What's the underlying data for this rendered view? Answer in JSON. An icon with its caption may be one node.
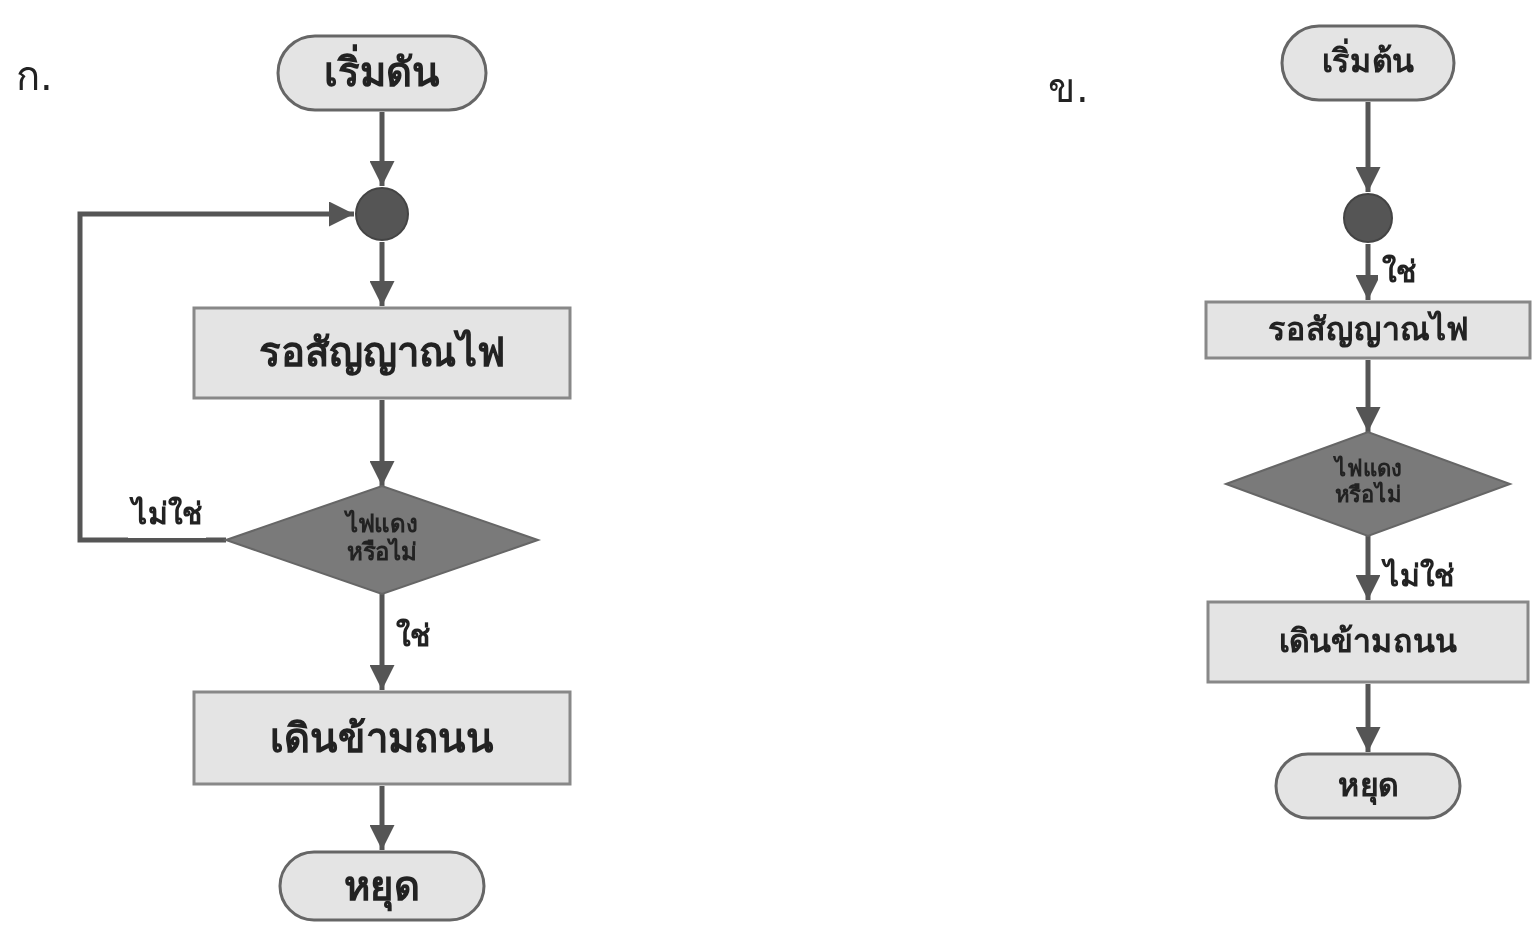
{
  "diagram": {
    "nodes": [
      {
        "text": [
          "เริ่มดัน"
        ]
      },
      {
        "text": [],
        "shape": "circle"
      },
      {
        "text": [
          "รอสัญญาณไฟ"
        ]
      },
      {
        "text": [
          "ไฟแดง หรือไม่"
        ]
      },
      {
        "text": [
          "เดินข้ามถนน"
        ]
      },
      {
        "text": [
          "หยุด"
        ]
      },
      {
        "text": [
          "เริ่มต้น"
        ]
      },
      {
        "text": [],
        "shape": "circle"
      },
      {
        "text": [
          "รอสัญญาณไฟ"
        ]
      },
      {
        "text": [
          "ไฟแดง หรือไม่"
        ]
      },
      {
        "text": [
          "เดินข้ามถนน"
        ]
      },
      {
        "text": [
          "หยุด"
        ]
      }
    ],
    "edges": [
      {
        "from": 0,
        "to": 1,
        "arrow": "to"
      },
      {
        "from": 1,
        "to": 2,
        "arrow": "to"
      },
      {
        "from": 2,
        "to": 3,
        "arrow": "to"
      },
      {
        "from": 3,
        "to": 1,
        "arrow": "to",
        "label": "ไม่ใช่"
      },
      {
        "from": 3,
        "to": 4,
        "arrow": "to",
        "label": "ใช่"
      },
      {
        "from": 4,
        "to": 5,
        "arrow": "to"
      },
      {
        "from": 6,
        "to": 7,
        "arrow": "to"
      },
      {
        "from": 7,
        "to": 8,
        "arrow": "to",
        "label": "ใช่"
      },
      {
        "from": 8,
        "to": 9,
        "arrow": "to"
      },
      {
        "from": 9,
        "to": 10,
        "arrow": "to",
        "label": "ไม่ใช่"
      },
      {
        "from": 10,
        "to": 11,
        "arrow": "to"
      }
    ],
    "labels": [
      "ก.",
      "ข."
    ]
  }
}
